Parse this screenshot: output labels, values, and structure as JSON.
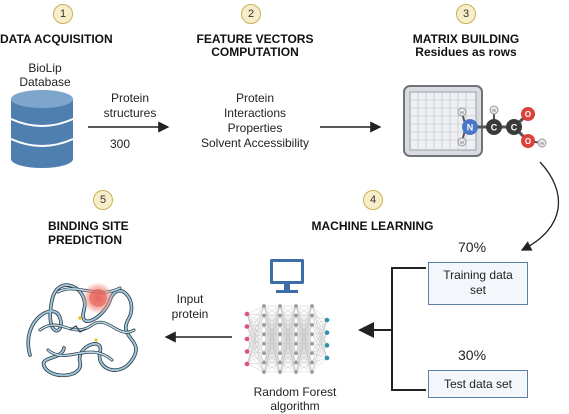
{
  "steps": [
    {
      "number": "1",
      "title": "DATA ACQUISITION",
      "subtitle": ""
    },
    {
      "number": "2",
      "title": "FEATURE VECTORS",
      "subtitle": "COMPUTATION"
    },
    {
      "number": "3",
      "title": "MATRIX BUILDING",
      "subtitle": "Residues as rows"
    },
    {
      "number": "4",
      "title": "MACHINE LEARNING",
      "subtitle": ""
    },
    {
      "number": "5",
      "title": "BINDING SITE",
      "subtitle": "PREDICTION"
    }
  ],
  "database": {
    "line1": "BioLip",
    "line2": "Database"
  },
  "structures": {
    "line1": "Protein",
    "line2": "structures",
    "count": "300"
  },
  "features": [
    "Protein",
    "Interactions",
    "Properties",
    "Solvent Accessibility"
  ],
  "split": {
    "train_pct": "70%",
    "train_line1": "Training data",
    "train_line2": "set",
    "test_pct": "30%",
    "test_label": "Test data set"
  },
  "model": {
    "line1": "Random Forest",
    "line2": "algorithm"
  },
  "input": {
    "line1": "Input",
    "line2": "protein"
  },
  "molecule_atoms": {
    "n": "N",
    "c1": "C",
    "c2": "C",
    "o1": "O",
    "o2": "O",
    "h": "H"
  },
  "colors": {
    "step_fill": "#f6edc9",
    "step_border": "#c9b15a",
    "database": "#4f7fae",
    "monitor": "#3c6ea5",
    "box_border": "#5b7fa5",
    "nitrogen": "#4a78c8",
    "oxygen": "#d9433a",
    "carbon": "#3a3a3a",
    "protein": "#9cc6dc",
    "binding_site": "#e4574e"
  }
}
